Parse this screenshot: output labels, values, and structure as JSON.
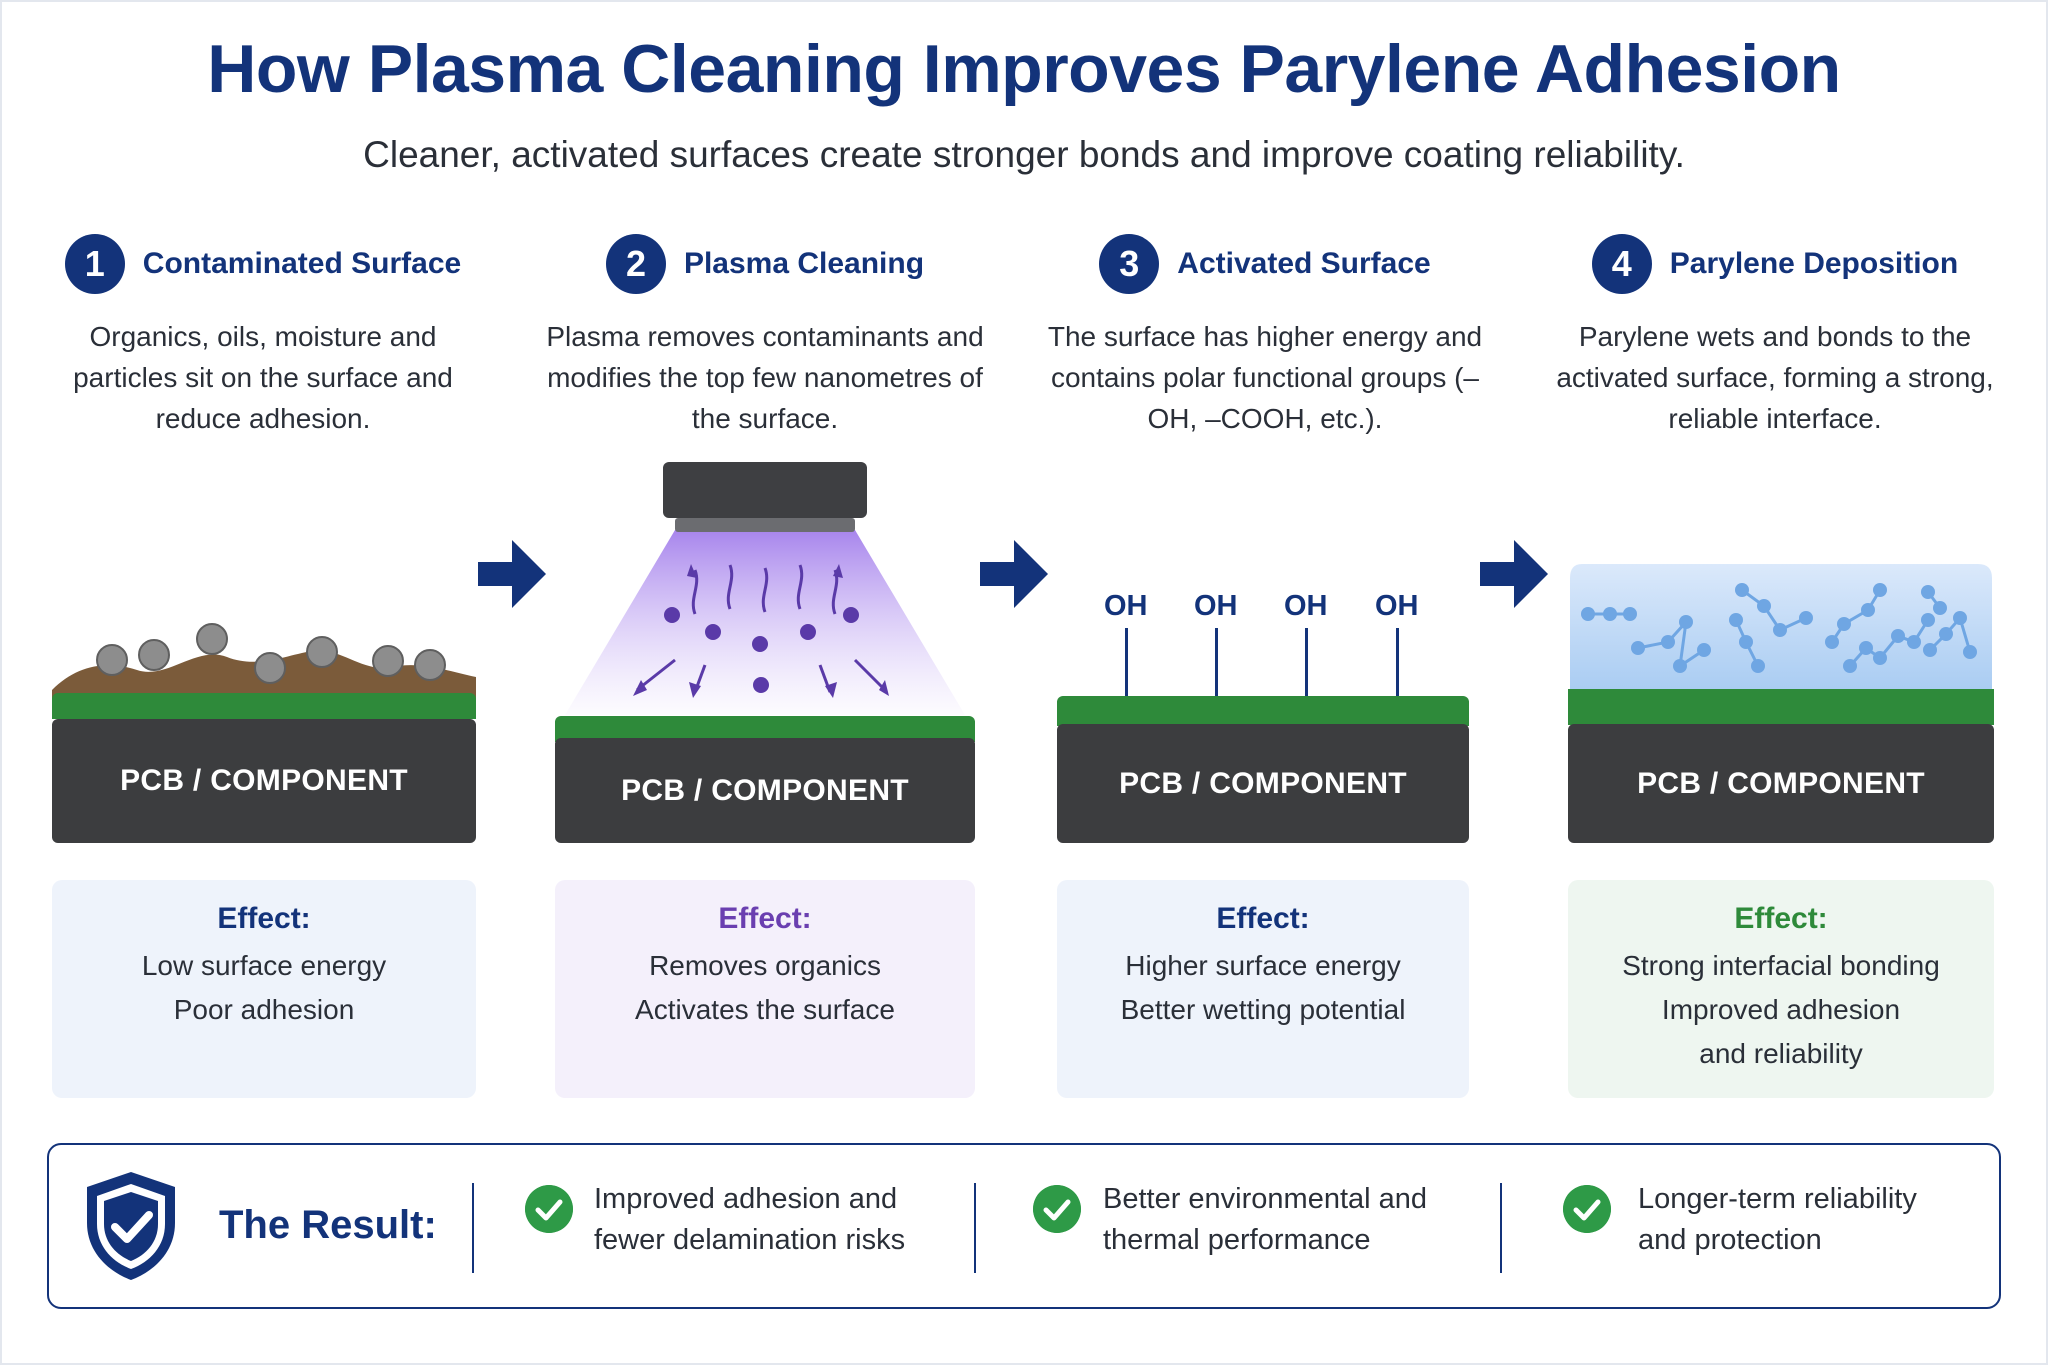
{
  "title": "How Plasma Cleaning Improves Parylene Adhesion",
  "subtitle": "Cleaner, activated surfaces create stronger bonds and improve coating reliability.",
  "steps": [
    {
      "number": "1",
      "title": "Contaminated Surface",
      "description": "Organics, oils, moisture and particles sit on the surface and reduce adhesion.",
      "pcb_label": "PCB / COMPONENT",
      "effect_heading": "Effect:",
      "effect_lines": [
        "Low surface energy",
        "Poor adhesion"
      ],
      "effect_color": "#13337a",
      "effect_bg": "#eef3fb"
    },
    {
      "number": "2",
      "title": "Plasma Cleaning",
      "description": "Plasma removes contaminants and modifies the top few nanometres of the surface.",
      "pcb_label": "PCB / COMPONENT",
      "effect_heading": "Effect:",
      "effect_lines": [
        "Removes organics",
        "Activates the surface"
      ],
      "effect_color": "#6a3fb0",
      "effect_bg": "#f4f0fb"
    },
    {
      "number": "3",
      "title": "Activated Surface",
      "description": "The surface has higher energy and contains polar functional groups (–OH, –COOH, etc.).",
      "pcb_label": "PCB / COMPONENT",
      "effect_heading": "Effect:",
      "effect_lines": [
        "Higher surface energy",
        "Better wetting potential"
      ],
      "effect_color": "#13337a",
      "effect_bg": "#eef3fb",
      "groups": [
        "OH",
        "OH",
        "OH",
        "OH"
      ]
    },
    {
      "number": "4",
      "title": "Parylene Deposition",
      "description": "Parylene wets and bonds to the activated surface, forming a strong, reliable interface.",
      "pcb_label": "PCB / COMPONENT",
      "effect_heading": "Effect:",
      "effect_lines": [
        "Strong interfacial bonding",
        "Improved adhesion",
        "and reliability"
      ],
      "effect_color": "#2e8a3a",
      "effect_bg": "#eef6f0"
    }
  ],
  "result": {
    "label": "The Result:",
    "items": [
      "Improved adhesion and fewer delamination risks",
      "Better environmental and thermal performance",
      "Longer-term reliability and protection"
    ]
  },
  "colors": {
    "navy": "#13337a",
    "pcb": "#3c3d3f",
    "green": "#2e8a3a",
    "purple": "#6a3fb0",
    "check": "#2e9a47"
  },
  "icons": [
    "arrow-right-icon",
    "shield-check-icon",
    "check-circle-icon",
    "plasma-nozzle-icon",
    "contaminant-particle-icon",
    "parylene-molecule-icon"
  ]
}
